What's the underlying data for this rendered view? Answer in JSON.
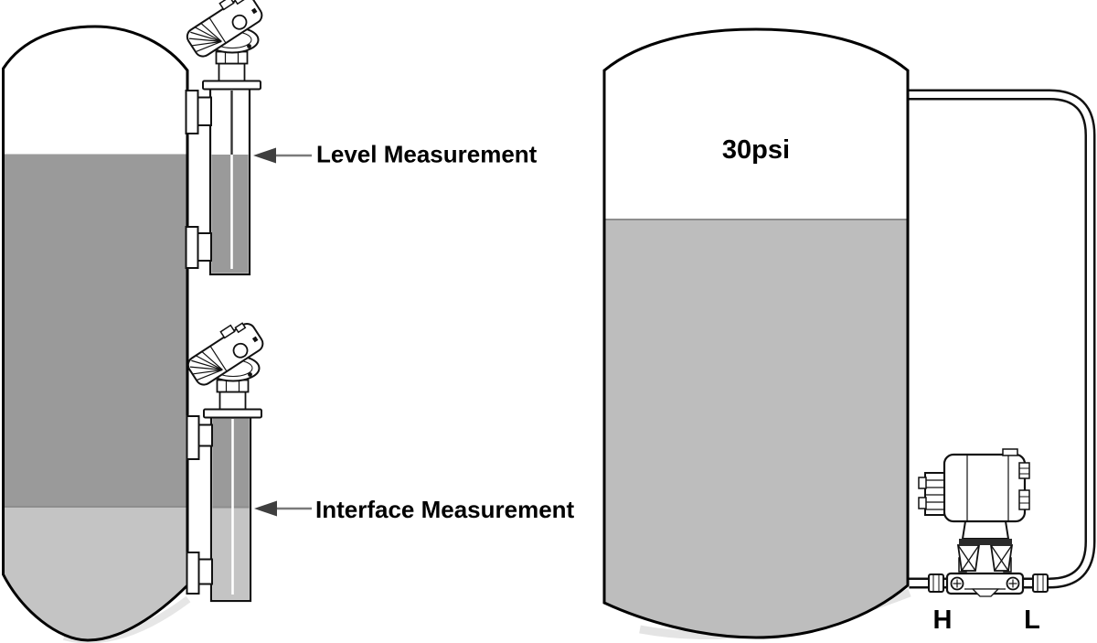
{
  "diagram": {
    "kind": "level-measurement-instrumentation-diagram",
    "labels": {
      "level": "Level Measurement",
      "interface": "Interface Measurement",
      "pressure": "30psi",
      "high_side": "H",
      "low_side": "L"
    },
    "colors": {
      "outline": "#000000",
      "upper_liquid": "#9a9a9a",
      "lower_liquid": "#c4c4c4",
      "right_tank_liquid": "#bdbdbd",
      "surface_line": "#8d8d8d",
      "arrow_shaft": "#7a7a7a",
      "arrow_head": "#3f3f3f"
    }
  }
}
